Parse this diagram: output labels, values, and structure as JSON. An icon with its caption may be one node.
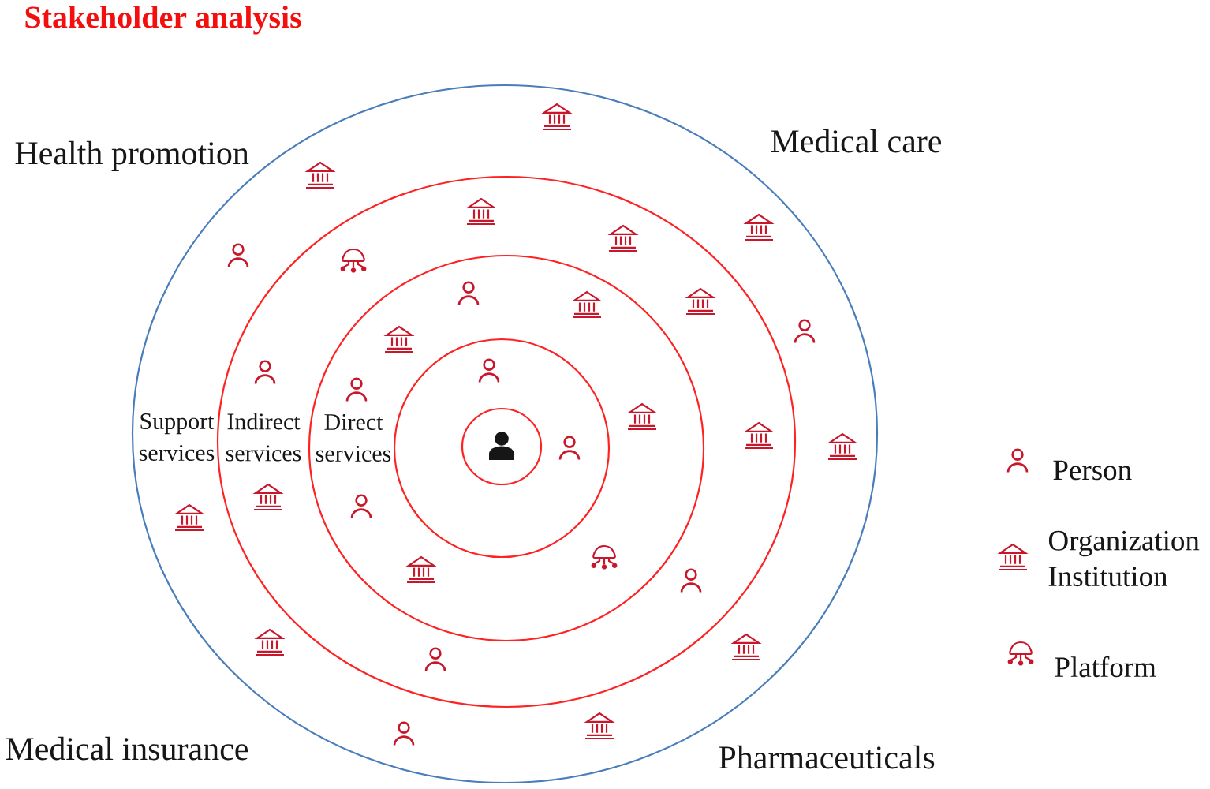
{
  "diagram": {
    "title": "Stakeholder analysis",
    "nodes": [
      {
        "text": [
          "Support services"
        ]
      },
      {
        "text": [
          "Indirect services"
        ],
        "in": 0
      },
      {
        "text": [
          "Direct services"
        ],
        "in": 1
      },
      {
        "text": [],
        "shape": "circle",
        "in": 2
      },
      {
        "text": [],
        "shape": "circle",
        "in": 3
      }
    ],
    "labels": [
      "Health promotion",
      "Medical care",
      "Medical insurance",
      "Pharmaceuticals"
    ],
    "legend": [
      {
        "text": "Person"
      },
      {
        "text": "Organization Institution"
      },
      {
        "text": "Platform"
      }
    ]
  }
}
